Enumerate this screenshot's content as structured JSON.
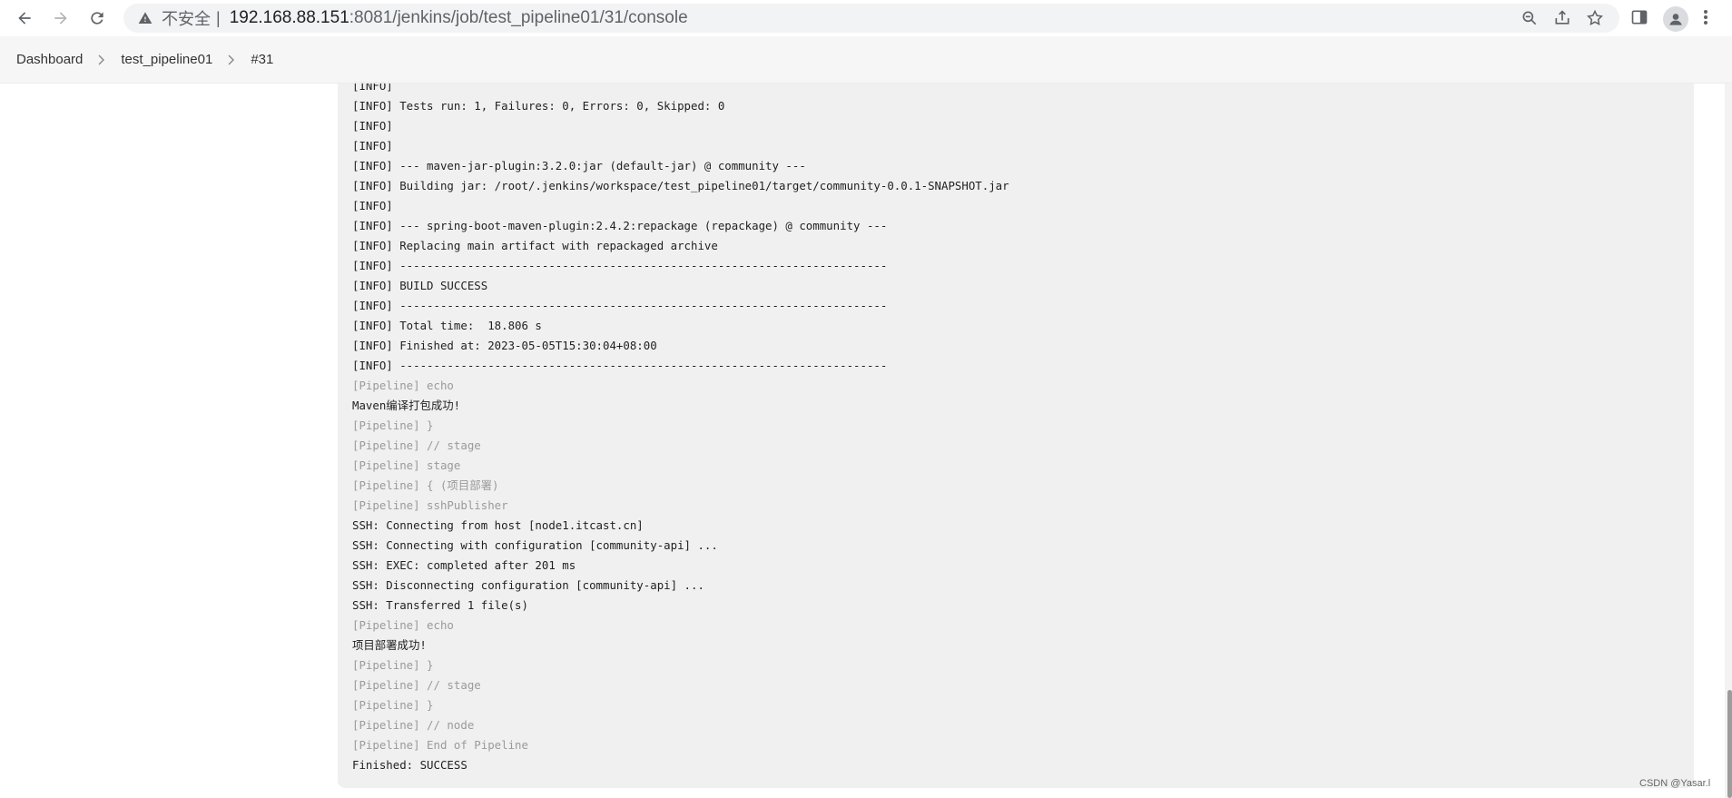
{
  "browser": {
    "security_label": "不安全",
    "separator": "|",
    "url_host": "192.168.88.151",
    "url_rest": ":8081/jenkins/job/test_pipeline01/31/console"
  },
  "breadcrumb": [
    {
      "label": "Dashboard"
    },
    {
      "label": "test_pipeline01"
    },
    {
      "label": "#31"
    }
  ],
  "console_lines": [
    {
      "text": "[INFO]",
      "style": "normal"
    },
    {
      "text": "[INFO] Tests run: 1, Failures: 0, Errors: 0, Skipped: 0",
      "style": "normal"
    },
    {
      "text": "[INFO]",
      "style": "normal"
    },
    {
      "text": "[INFO]",
      "style": "normal"
    },
    {
      "text": "[INFO] --- maven-jar-plugin:3.2.0:jar (default-jar) @ community ---",
      "style": "normal"
    },
    {
      "text": "[INFO] Building jar: /root/.jenkins/workspace/test_pipeline01/target/community-0.0.1-SNAPSHOT.jar",
      "style": "normal"
    },
    {
      "text": "[INFO]",
      "style": "normal"
    },
    {
      "text": "[INFO] --- spring-boot-maven-plugin:2.4.2:repackage (repackage) @ community ---",
      "style": "normal"
    },
    {
      "text": "[INFO] Replacing main artifact with repackaged archive",
      "style": "normal"
    },
    {
      "text": "[INFO] ------------------------------------------------------------------------",
      "style": "normal"
    },
    {
      "text": "[INFO] BUILD SUCCESS",
      "style": "normal"
    },
    {
      "text": "[INFO] ------------------------------------------------------------------------",
      "style": "normal"
    },
    {
      "text": "[INFO] Total time:  18.806 s",
      "style": "normal"
    },
    {
      "text": "[INFO] Finished at: 2023-05-05T15:30:04+08:00",
      "style": "normal"
    },
    {
      "text": "[INFO] ------------------------------------------------------------------------",
      "style": "normal"
    },
    {
      "text": "[Pipeline] echo",
      "style": "muted"
    },
    {
      "text": "Maven编译打包成功!",
      "style": "normal"
    },
    {
      "text": "[Pipeline] }",
      "style": "muted"
    },
    {
      "text": "[Pipeline] // stage",
      "style": "muted"
    },
    {
      "text": "[Pipeline] stage",
      "style": "muted"
    },
    {
      "text": "[Pipeline] { (项目部署)",
      "style": "muted"
    },
    {
      "text": "[Pipeline] sshPublisher",
      "style": "muted"
    },
    {
      "text": "SSH: Connecting from host [node1.itcast.cn]",
      "style": "normal"
    },
    {
      "text": "SSH: Connecting with configuration [community-api] ...",
      "style": "normal"
    },
    {
      "text": "SSH: EXEC: completed after 201 ms",
      "style": "normal"
    },
    {
      "text": "SSH: Disconnecting configuration [community-api] ...",
      "style": "normal"
    },
    {
      "text": "SSH: Transferred 1 file(s)",
      "style": "normal"
    },
    {
      "text": "[Pipeline] echo",
      "style": "muted"
    },
    {
      "text": "项目部署成功!",
      "style": "normal"
    },
    {
      "text": "[Pipeline] }",
      "style": "muted"
    },
    {
      "text": "[Pipeline] // stage",
      "style": "muted"
    },
    {
      "text": "[Pipeline] }",
      "style": "muted"
    },
    {
      "text": "[Pipeline] // node",
      "style": "muted"
    },
    {
      "text": "[Pipeline] End of Pipeline",
      "style": "muted"
    },
    {
      "text": "Finished: SUCCESS",
      "style": "normal"
    }
  ],
  "watermark": "CSDN @Yasar.l",
  "colors": {
    "console_bg": "#f0f0f0",
    "muted_text": "#9a9a9a",
    "normal_text": "#1f1f1f"
  }
}
